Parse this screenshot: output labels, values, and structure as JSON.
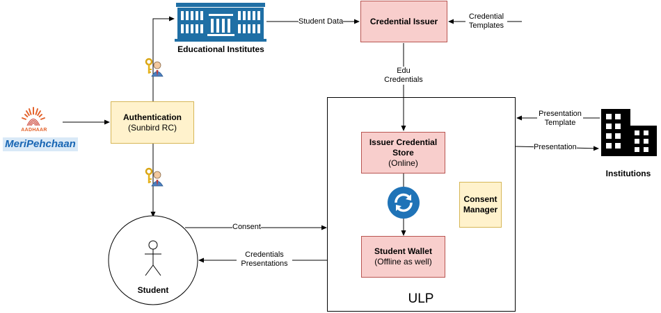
{
  "nodes": {
    "educational_institutes": "Educational Institutes",
    "credential_issuer": "Credential Issuer",
    "authentication_title": "Authentication",
    "authentication_sub": "(Sunbird RC)",
    "issuer_store_title_1": "Issuer Credential",
    "issuer_store_title_2": "Store",
    "issuer_store_sub": "(Online)",
    "consent_manager_1": "Consent",
    "consent_manager_2": "Manager",
    "student_wallet_title": "Student Wallet",
    "student_wallet_sub": "(Offline as well)",
    "student": "Student",
    "ulp": "ULP",
    "institutions": "Institutions"
  },
  "logos": {
    "aadhaar_text": "AADHAAR",
    "meripehchaan_text": "MeriPehchaan"
  },
  "edges": {
    "student_data": "Student Data",
    "credential_templates_1": "Credential",
    "credential_templates_2": "Templates",
    "edu_credentials_1": "Edu",
    "edu_credentials_2": "Credentials",
    "presentation_template_1": "Presentation",
    "presentation_template_2": "Template",
    "presentation": "Presentation",
    "consent": "Consent",
    "credentials_presentations_1": "Credentials",
    "credentials_presentations_2": "Presentations"
  },
  "colors": {
    "pink_fill": "#f8cecc",
    "pink_stroke": "#b85450",
    "yellow_fill": "#fff2cc",
    "yellow_stroke": "#d6b656",
    "building_blue": "#1f6fa5",
    "sync_blue": "#1f73b7",
    "aadhaar_orange": "#e3622b",
    "meripehchaan_bg": "#d9e9f7",
    "meripehchaan_text": "#1765b3"
  },
  "icons": [
    "university-building-icon",
    "key-user-icon",
    "aadhaar-logo",
    "sync-icon",
    "office-building-icon",
    "stick-figure-icon"
  ]
}
